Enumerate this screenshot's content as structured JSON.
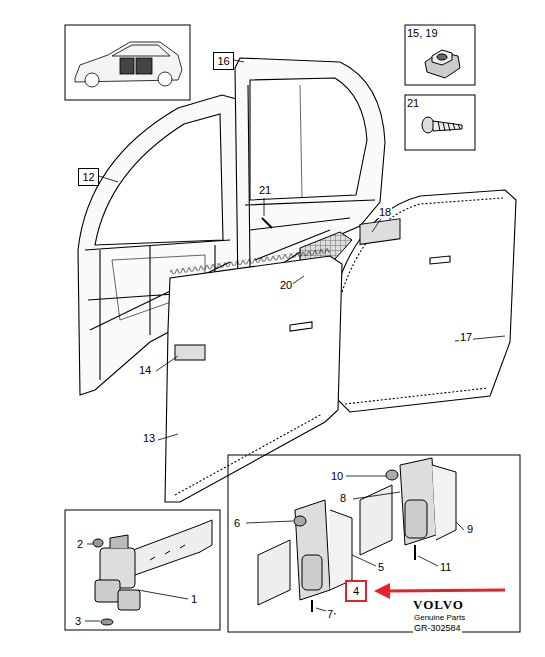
{
  "diagram": {
    "nodes": [
      {
        "text": [
          "15, 19"
        ]
      },
      {
        "text": [
          "16"
        ]
      },
      {
        "text": [
          "21"
        ]
      },
      {
        "text": [
          "12"
        ]
      },
      {
        "text": [
          "4"
        ]
      }
    ],
    "labels": [
      "21",
      "18",
      "20",
      "17",
      "14",
      "13",
      "2",
      "1",
      "3",
      "10",
      "8",
      "9",
      "6",
      "5",
      "11",
      "7",
      "VOLVO",
      "Genuine Parts",
      "GR-302584"
    ]
  }
}
